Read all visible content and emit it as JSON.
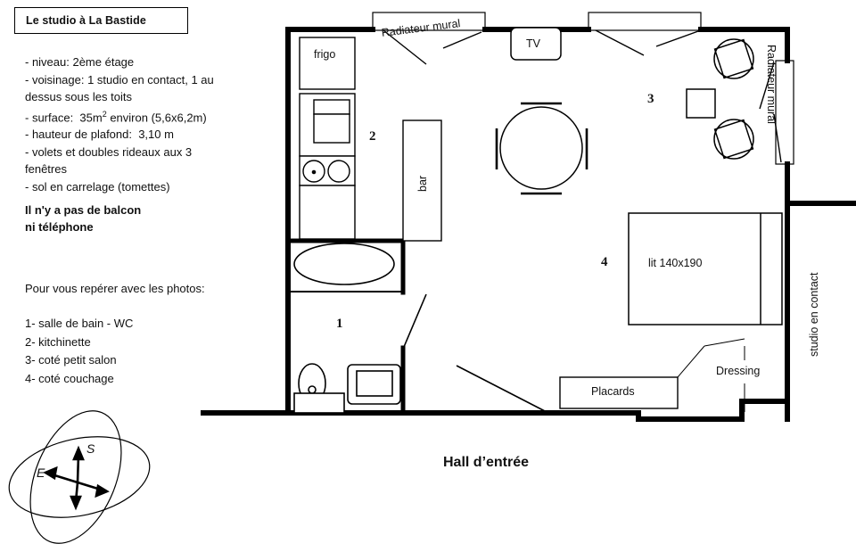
{
  "title": "Le studio à La Bastide",
  "specs": [
    "- niveau: 2ème étage",
    "- voisinage: 1 studio en contact, 1 au dessus sous les toits",
    "- surface:  35m² environ (5,6x6,2m)",
    "- hauteur de plafond:  3,10 m",
    "- volets et doubles rideaux aux 3 fenêtres",
    "- sol en carrelage (tomettes)"
  ],
  "specs_lines": {
    "l1": "- niveau: 2ème étage",
    "l2a": "- voisinage: 1 studio en contact, 1 au",
    "l2b": "dessus sous les toits",
    "l3pre": "- surface:  35m",
    "l3sup": "2",
    "l3post": " environ (5,6x6,2m)",
    "l4": "- hauteur de plafond:  3,10 m",
    "l5a": "- volets et doubles rideaux aux 3",
    "l5b": "fenêtres",
    "l6": "- sol en carrelage (tomettes)"
  },
  "note": {
    "line1": "Il n'y a pas de balcon",
    "line2": "ni téléphone"
  },
  "legend": {
    "heading": "Pour vous repérer avec les photos:",
    "items": [
      "1- salle de bain - WC",
      "2- kitchinette",
      "3- coté petit salon",
      "4- coté couchage"
    ]
  },
  "compass": {
    "s_label": "S",
    "e_label": "E"
  },
  "plan": {
    "zone_numbers": {
      "bathroom": "1",
      "kitchen": "2",
      "salon": "3",
      "couchage": "4"
    },
    "labels": {
      "frigo": "frigo",
      "bar": "bar",
      "tv": "TV",
      "radiator_top_left": "Radiateur mural",
      "radiator_right": "Radiateur mural",
      "bed": "lit 140x190",
      "placards": "Placards",
      "dressing": "Dressing",
      "studio_en_contact": "studio en contact",
      "hall": "Hall d’entrée"
    }
  },
  "colors": {
    "wall": "#000000",
    "furniture": "#1a1a1a",
    "background": "#ffffff"
  }
}
